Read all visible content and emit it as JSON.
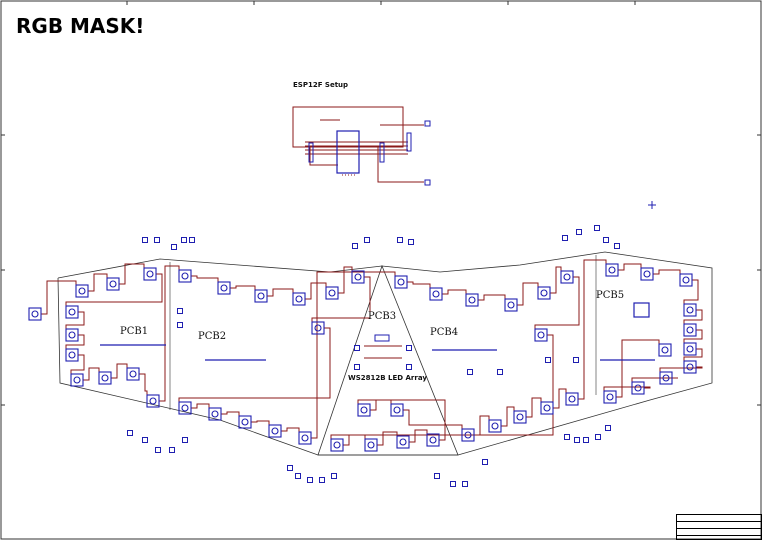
{
  "title": "RGB MASK!",
  "sections": {
    "esp": "ESP12F Setup",
    "led_array": "WS2812B LED Array",
    "pcbs": [
      "PCB1",
      "PCB2",
      "PCB3",
      "PCB4",
      "PCB5"
    ]
  },
  "colors": {
    "wire": "#8b1a1a",
    "component": "#1f1fb0",
    "outline": "#333333",
    "title_block_text": "#2a7a2a"
  }
}
